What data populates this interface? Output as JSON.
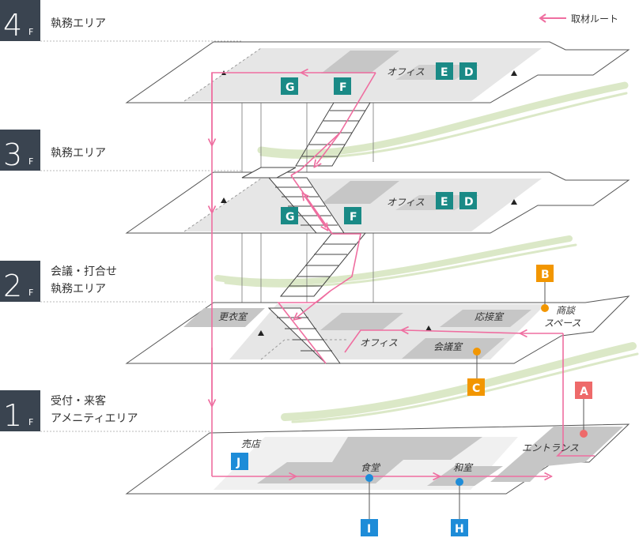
{
  "legend": {
    "route_label": "取材ルート"
  },
  "colors": {
    "route": "#ef6ea0",
    "dark_badge": "#3a4450",
    "teal": "#1a8a86",
    "orange": "#f29600",
    "blue": "#1e8cd8",
    "red": "#ee6a6a",
    "plate": "#e6e6e6",
    "room": "#c6c6c6"
  },
  "floors": [
    {
      "id": "4f",
      "number": "4",
      "suffix": "F",
      "lines": [
        "執務エリア"
      ]
    },
    {
      "id": "3f",
      "number": "3",
      "suffix": "F",
      "lines": [
        "執務エリア"
      ]
    },
    {
      "id": "2f",
      "number": "2",
      "suffix": "F",
      "lines": [
        "会議・打合せ",
        "執務エリア"
      ]
    },
    {
      "id": "1f",
      "number": "1",
      "suffix": "F",
      "lines": [
        "受付・来客",
        "アメニティエリア"
      ]
    }
  ],
  "rooms": {
    "office_4f": "オフィス",
    "office_3f": "オフィス",
    "locker_2f": "更衣室",
    "reception_2f": "応接室",
    "business_talk_1": "商談",
    "business_talk_2": "スペース",
    "office_2f": "オフィス",
    "meeting_2f": "会議室",
    "shop_1f": "売店",
    "cafeteria_1f": "食堂",
    "japanese_room_1f": "和室",
    "entrance_1f": "エントランス"
  },
  "markers": {
    "e_4f": "E",
    "d_4f": "D",
    "g_4f": "G",
    "f_4f": "F",
    "e_3f": "E",
    "d_3f": "D",
    "g_3f": "G",
    "f_3f": "F",
    "b": "B",
    "c": "C",
    "a": "A",
    "j": "J",
    "i": "I",
    "h": "H"
  }
}
